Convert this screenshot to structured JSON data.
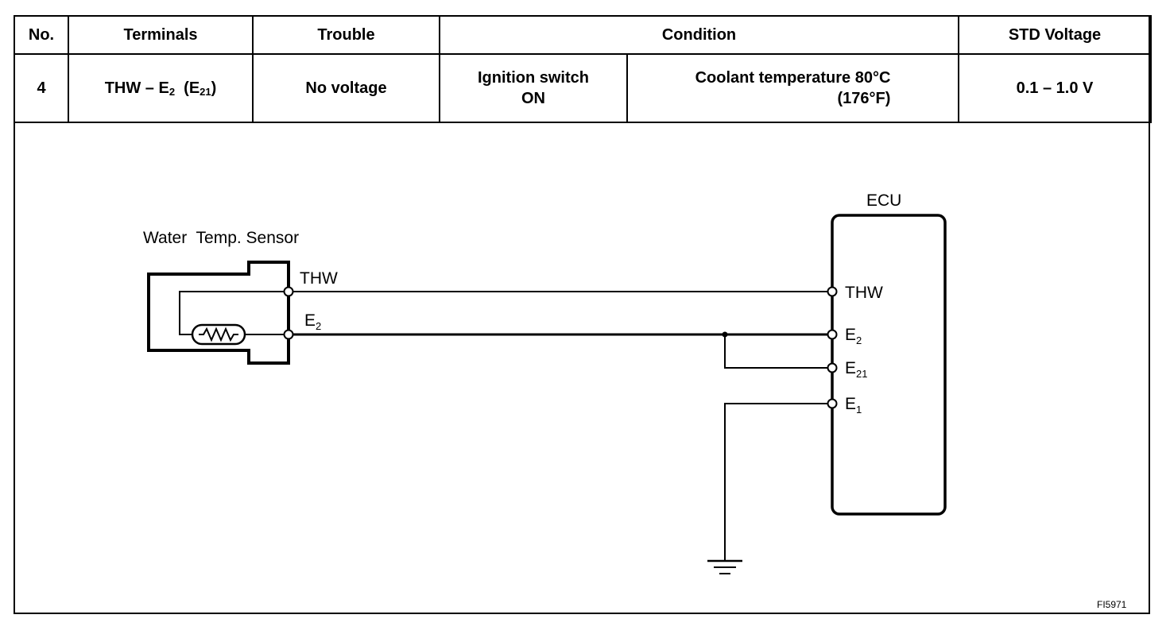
{
  "table": {
    "headers": {
      "no": "No.",
      "terminals": "Terminals",
      "trouble": "Trouble",
      "condition": "Condition",
      "std_voltage": "STD Voltage"
    },
    "row": {
      "no": "4",
      "terminals_main": "THW – E",
      "terminals_sub1": "2",
      "terminals_paren_open": "(E",
      "terminals_sub2": "21",
      "terminals_paren_close": ")",
      "trouble": "No voltage",
      "condition_1_line1": "Ignition switch",
      "condition_1_line2": "ON",
      "condition_2_line1": "Coolant temperature 80°C",
      "condition_2_line2": "(176°F)",
      "std_voltage": "0.1 – 1.0 V"
    }
  },
  "diagram": {
    "sensor_label": "Water  Temp. Sensor",
    "ecu_label": "ECU",
    "wire_thw_label": "THW",
    "wire_e2_label": "E",
    "wire_e2_sub": "2",
    "ecu_pins": {
      "thw": "THW",
      "e2": "E",
      "e2_sub": "2",
      "e21": "E",
      "e21_sub": "21",
      "e1": "E",
      "e1_sub": "1"
    }
  },
  "figure_id": "FI5971"
}
